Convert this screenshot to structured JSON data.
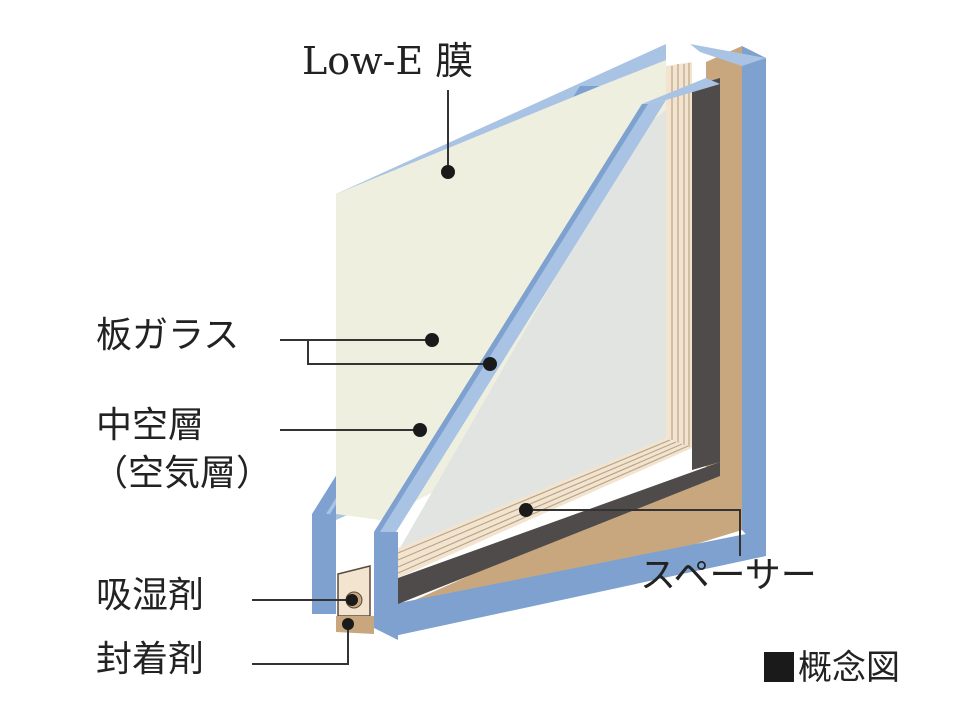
{
  "labels": {
    "low_e": "Low-E 膜",
    "glass": "板ガラス",
    "hollow_line1": "中空層",
    "hollow_line2": "（空気層）",
    "desiccant": "吸湿剤",
    "sealant": "封着剤",
    "spacer": "スペーサー"
  },
  "note": "概念図",
  "colors": {
    "glass_edge": "#7ea1cf",
    "glass_edge_light": "#a9c3e4",
    "low_e_film": "#efefdf",
    "air_layer": "#e1e4e0",
    "spacer_dark": "#4f4b4a",
    "spacer_light": "#f3e4cf",
    "sealant": "#c8a77f",
    "leader": "#333333"
  }
}
